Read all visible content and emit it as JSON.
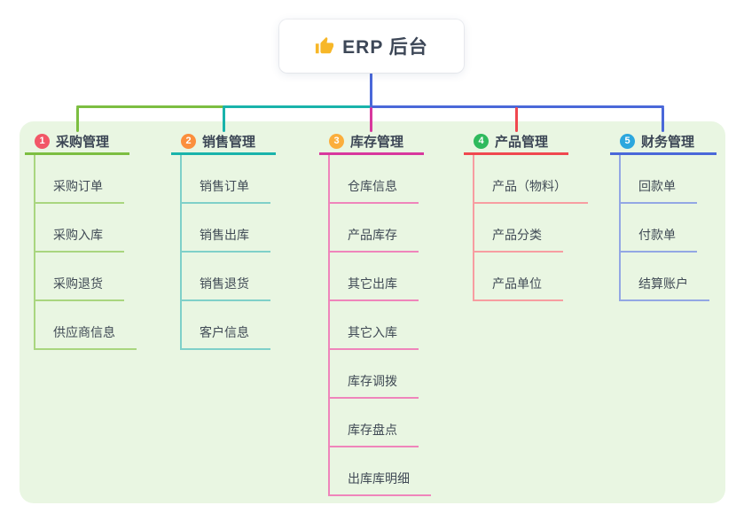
{
  "root": {
    "title": "ERP 后台",
    "icon": "thumbs-up-icon"
  },
  "branches": [
    {
      "number": "1",
      "label": "采购管理",
      "badge_color": "#f25767",
      "line_color": "#7cbe41",
      "child_line_color": "#a9d67f",
      "children": [
        "采购订单",
        "采购入库",
        "采购退货",
        "供应商信息"
      ]
    },
    {
      "number": "2",
      "label": "销售管理",
      "badge_color": "#fb8f3d",
      "line_color": "#19b3ab",
      "child_line_color": "#7fd0c9",
      "children": [
        "销售订单",
        "销售出库",
        "销售退货",
        "客户信息"
      ]
    },
    {
      "number": "3",
      "label": "库存管理",
      "badge_color": "#fbae3c",
      "line_color": "#d8389d",
      "child_line_color": "#ef85bb",
      "children": [
        "仓库信息",
        "产品库存",
        "其它出库",
        "其它入库",
        "库存调拨",
        "库存盘点",
        "出库库明细"
      ]
    },
    {
      "number": "4",
      "label": "产品管理",
      "badge_color": "#2fba5d",
      "line_color": "#f0484f",
      "child_line_color": "#f79da1",
      "children": [
        "产品（物料）",
        "产品分类",
        "产品单位"
      ]
    },
    {
      "number": "5",
      "label": "财务管理",
      "badge_color": "#2ca7de",
      "line_color": "#4a68d9",
      "child_line_color": "#93a7e4",
      "children": [
        "回款单",
        "付款单",
        "结算账户"
      ]
    }
  ],
  "colors": {
    "root_connector": "#4a68d9",
    "panel_background": "#e9f6e2",
    "root_card_background": "#ffffff",
    "text": "#3c4655"
  }
}
